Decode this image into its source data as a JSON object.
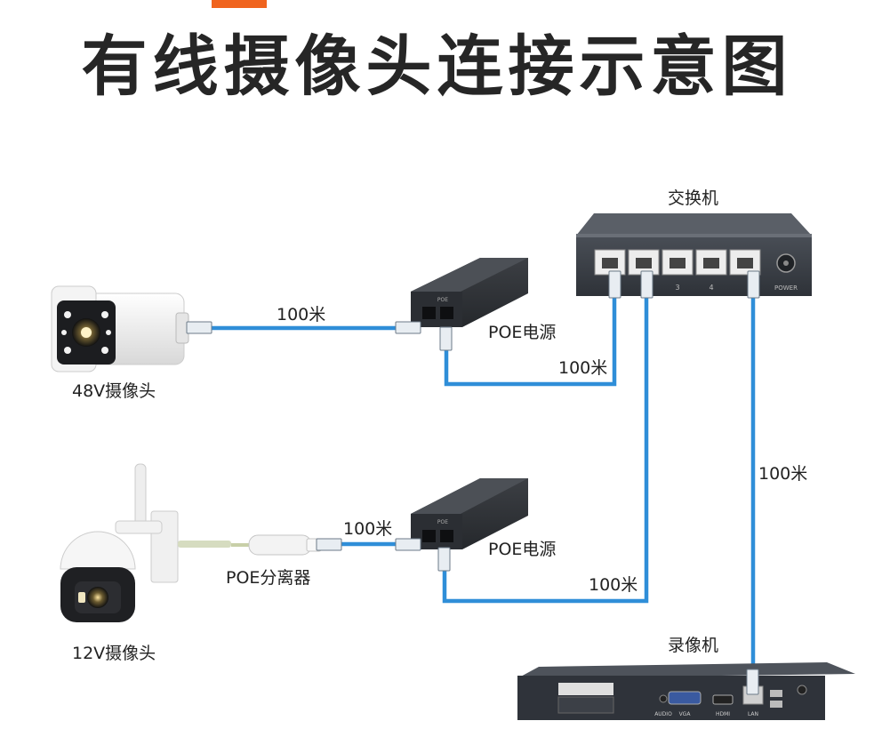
{
  "title": "有线摄像头连接示意图",
  "labels": {
    "switch": "交换机",
    "nvr": "录像机",
    "poe_top": "POE电源",
    "poe_bottom": "POE电源",
    "camera_48v": "48V摄像头",
    "camera_12v": "12V摄像头",
    "splitter": "POE分离器",
    "cable_cam1_poe": "100米",
    "cable_poe1_switch": "100米",
    "cable_switch_nvr": "100米",
    "cable_cam2_poe": "100米",
    "cable_poe2_switch": "100米"
  },
  "switch_port_labels": [
    "3",
    "4"
  ],
  "switch_power_label": "POWER",
  "nvr_port_labels": [
    "AUDIO",
    "VGA",
    "HDMI",
    "LAN"
  ],
  "poe_brand": "POE",
  "colors": {
    "cable": "#2f8ed8",
    "accent": "#f0641e",
    "device_dark": "#353a40",
    "title": "#262626"
  }
}
